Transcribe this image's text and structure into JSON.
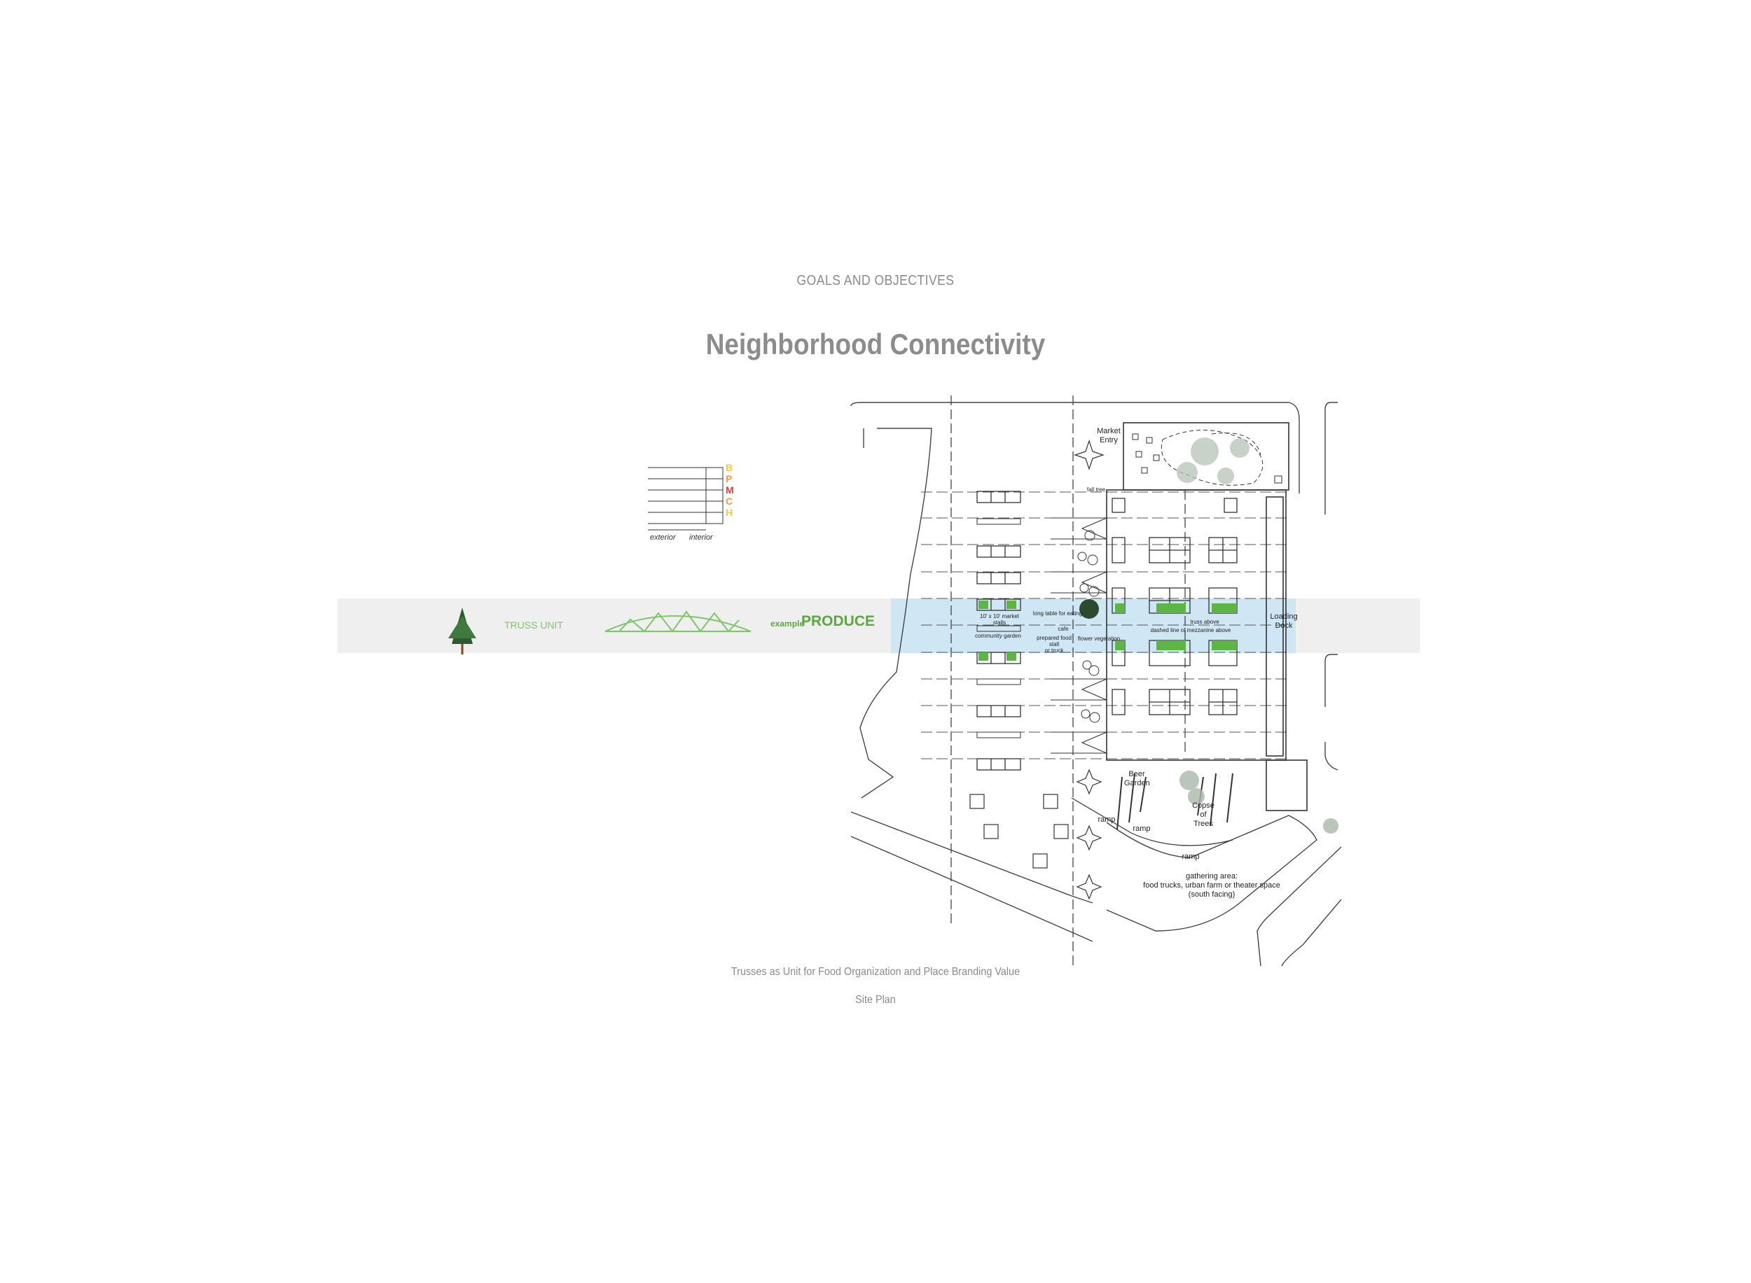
{
  "header": {
    "kicker": "GOALS AND OBJECTIVES",
    "title": "Neighborhood Connectivity"
  },
  "legend": {
    "letters": [
      "B",
      "P",
      "M",
      "C",
      "H"
    ],
    "letter_colors": [
      "#f2c94c",
      "#f2994a",
      "#e23a3a",
      "#f2994a",
      "#f2c94c"
    ],
    "exterior_label": "exterior",
    "interior_label": "interior"
  },
  "band": {
    "truss_label": "TRUSS UNIT",
    "example_small": "example",
    "example_big": "PRODUCE",
    "accent_green": "#5aa93c",
    "band_grey": "#efefef",
    "band_blue": "#cfe6f5"
  },
  "site_labels": {
    "market_entry": "Market\nEntry",
    "fall_tree": "fall tree",
    "long_table": "long table for eating",
    "market_stalls": "10' x 10' market stalls",
    "cafe": "cafe",
    "community_garden": "community garden",
    "prepared_food": "prepared food stall\nor truck",
    "flower_vegetation": "flower vegetation",
    "truss_above": "truss above",
    "mezzanine": "dashed line of mezzanine above",
    "loading_dock": "Loading\nDock",
    "beer_garden": "Beer\nGarden",
    "copse": "Copse\nof\nTrees",
    "ramp_1": "ramp",
    "ramp_2": "ramp",
    "ramp_3": "ramp",
    "gathering": "gathering area:\nfood trucks, urban farm or theater space\n(south facing)"
  },
  "footer": {
    "caption": "Trusses as Unit for Food Organization and Place Branding Value",
    "sublabel": "Site Plan"
  }
}
